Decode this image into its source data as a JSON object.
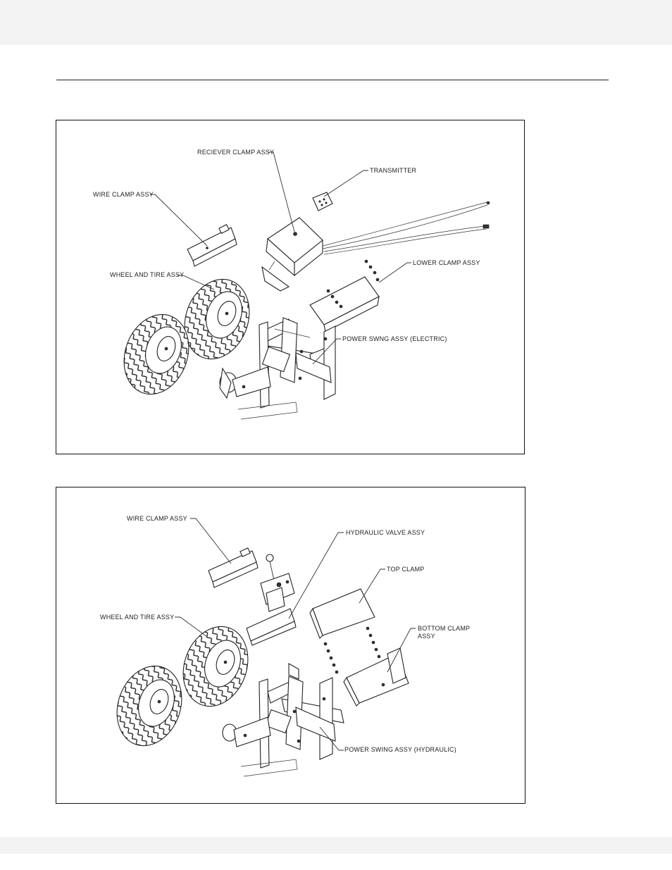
{
  "figure_electric": {
    "labels": {
      "receiver_clamp": "RECIEVER CLAMP ASSY",
      "transmitter": "TRANSMITTER",
      "wire_clamp": "WIRE CLAMP ASSY",
      "lower_clamp": "LOWER CLAMP ASSY",
      "wheel_tire": "WHEEL AND TIRE ASSY",
      "power_swing": "POWER SWNG ASSY (ELECTRIC)"
    }
  },
  "figure_hydraulic": {
    "labels": {
      "wire_clamp": "WIRE CLAMP ASSY",
      "hydraulic_valve": "HYDRAULIC VALVE ASSY",
      "top_clamp": "TOP CLAMP",
      "wheel_tire": "WHEEL AND TIRE ASSY",
      "bottom_clamp_1": "BOTTOM CLAMP",
      "bottom_clamp_2": "ASSY",
      "power_swing": "POWER SWING ASSY (HYDRAULIC)"
    }
  }
}
